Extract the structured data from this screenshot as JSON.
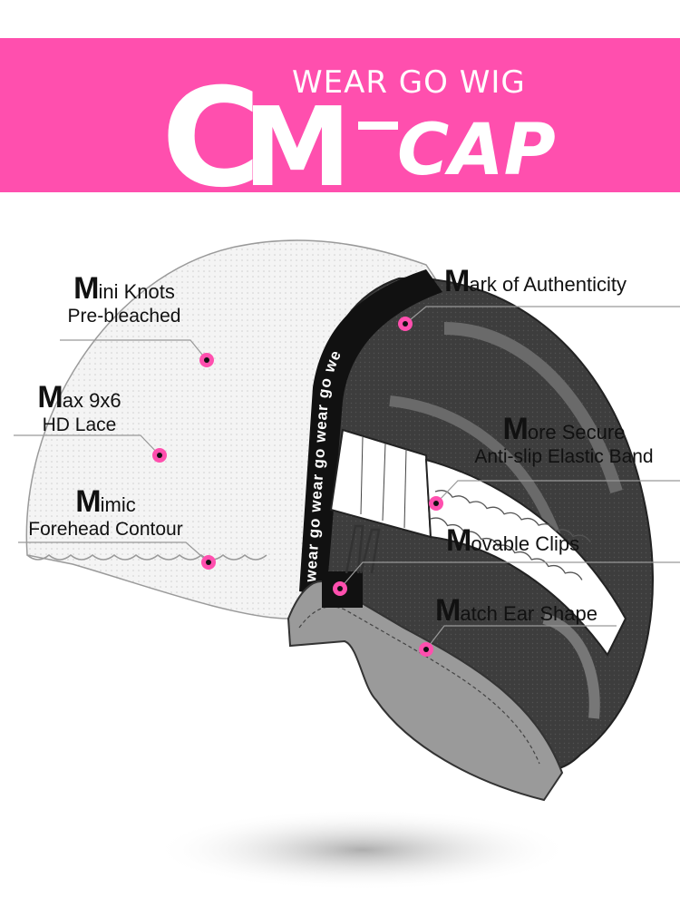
{
  "logo": {
    "initial_c": "C",
    "initial_m": "M",
    "tagline": "WEAR GO WIG",
    "word": "CAP",
    "colors": {
      "banner": "#ff4fae",
      "text": "#ffffff"
    }
  },
  "band_text": "wear go wear go wear go we",
  "labels": {
    "mini_knots": {
      "cap": "M",
      "line1": "ini Knots",
      "line2": "Pre-bleached"
    },
    "max_lace": {
      "cap": "M",
      "line1": "ax 9x6",
      "line2": "HD Lace"
    },
    "mimic": {
      "cap": "M",
      "line1": "imic",
      "line2": "Forehead Contour"
    },
    "authenticity": {
      "cap": "M",
      "line1": "ark of Authenticity"
    },
    "more_secure": {
      "cap": "M",
      "line1": "ore Secure",
      "line2": "Anti-slip Elastic Band"
    },
    "movable_clips": {
      "cap": "M",
      "line1": "ovable Clips"
    },
    "match_ear": {
      "cap": "M",
      "line1": "atch Ear Shape"
    }
  },
  "colors": {
    "accent": "#ff4fae",
    "cap_dark": "#3a3a3a",
    "lace": "#f2f2f2",
    "ear": "#9a9a9a"
  }
}
